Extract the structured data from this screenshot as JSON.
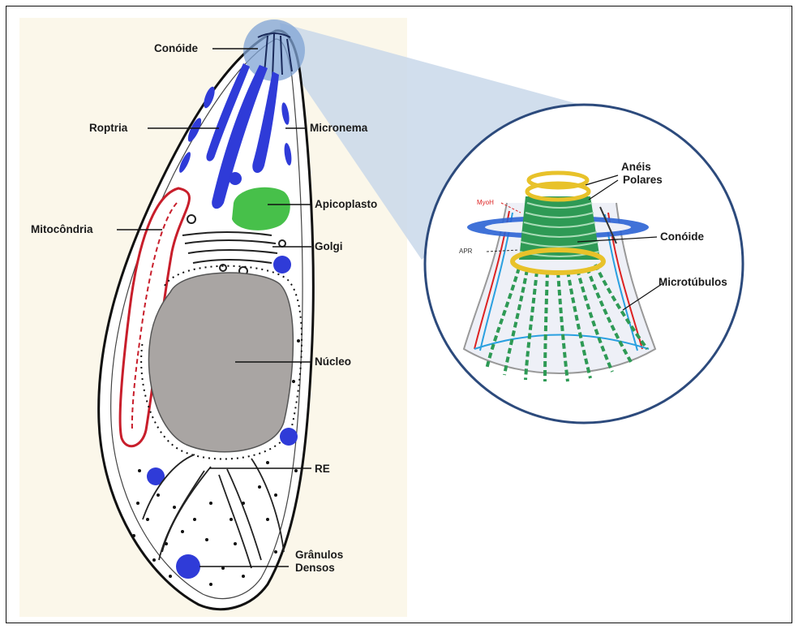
{
  "left_cell": {
    "labels": {
      "conoid": "Conóide",
      "rhoptry": "Roptria",
      "microneme": "Micronema",
      "apicoplast": "Apicoplasto",
      "mitochondria": "Mitocôndria",
      "golgi": "Golgi",
      "nucleus": "Núcleo",
      "er": "RE",
      "dense_granules_line1": "Grânulos",
      "dense_granules_line2": "Densos"
    }
  },
  "zoom_inset": {
    "labels": {
      "polar_rings_line1": "Anéis",
      "polar_rings_line2": "Polares",
      "conoid": "Conóide",
      "microtubules": "Microtúbulos",
      "myoh": "MyoH",
      "apr": "APR"
    }
  },
  "colors": {
    "cytoplasm": "#fbf7ea",
    "organelle_blue": "#2f3bd8",
    "apicoplast_green": "#47c04a",
    "mitochondria_red": "#c81e2b",
    "nucleus_gray": "#a9a5a3",
    "inset_border": "#2c4a7c",
    "inset_green": "#2e9a55",
    "ring_yellow": "#e8c22a"
  }
}
